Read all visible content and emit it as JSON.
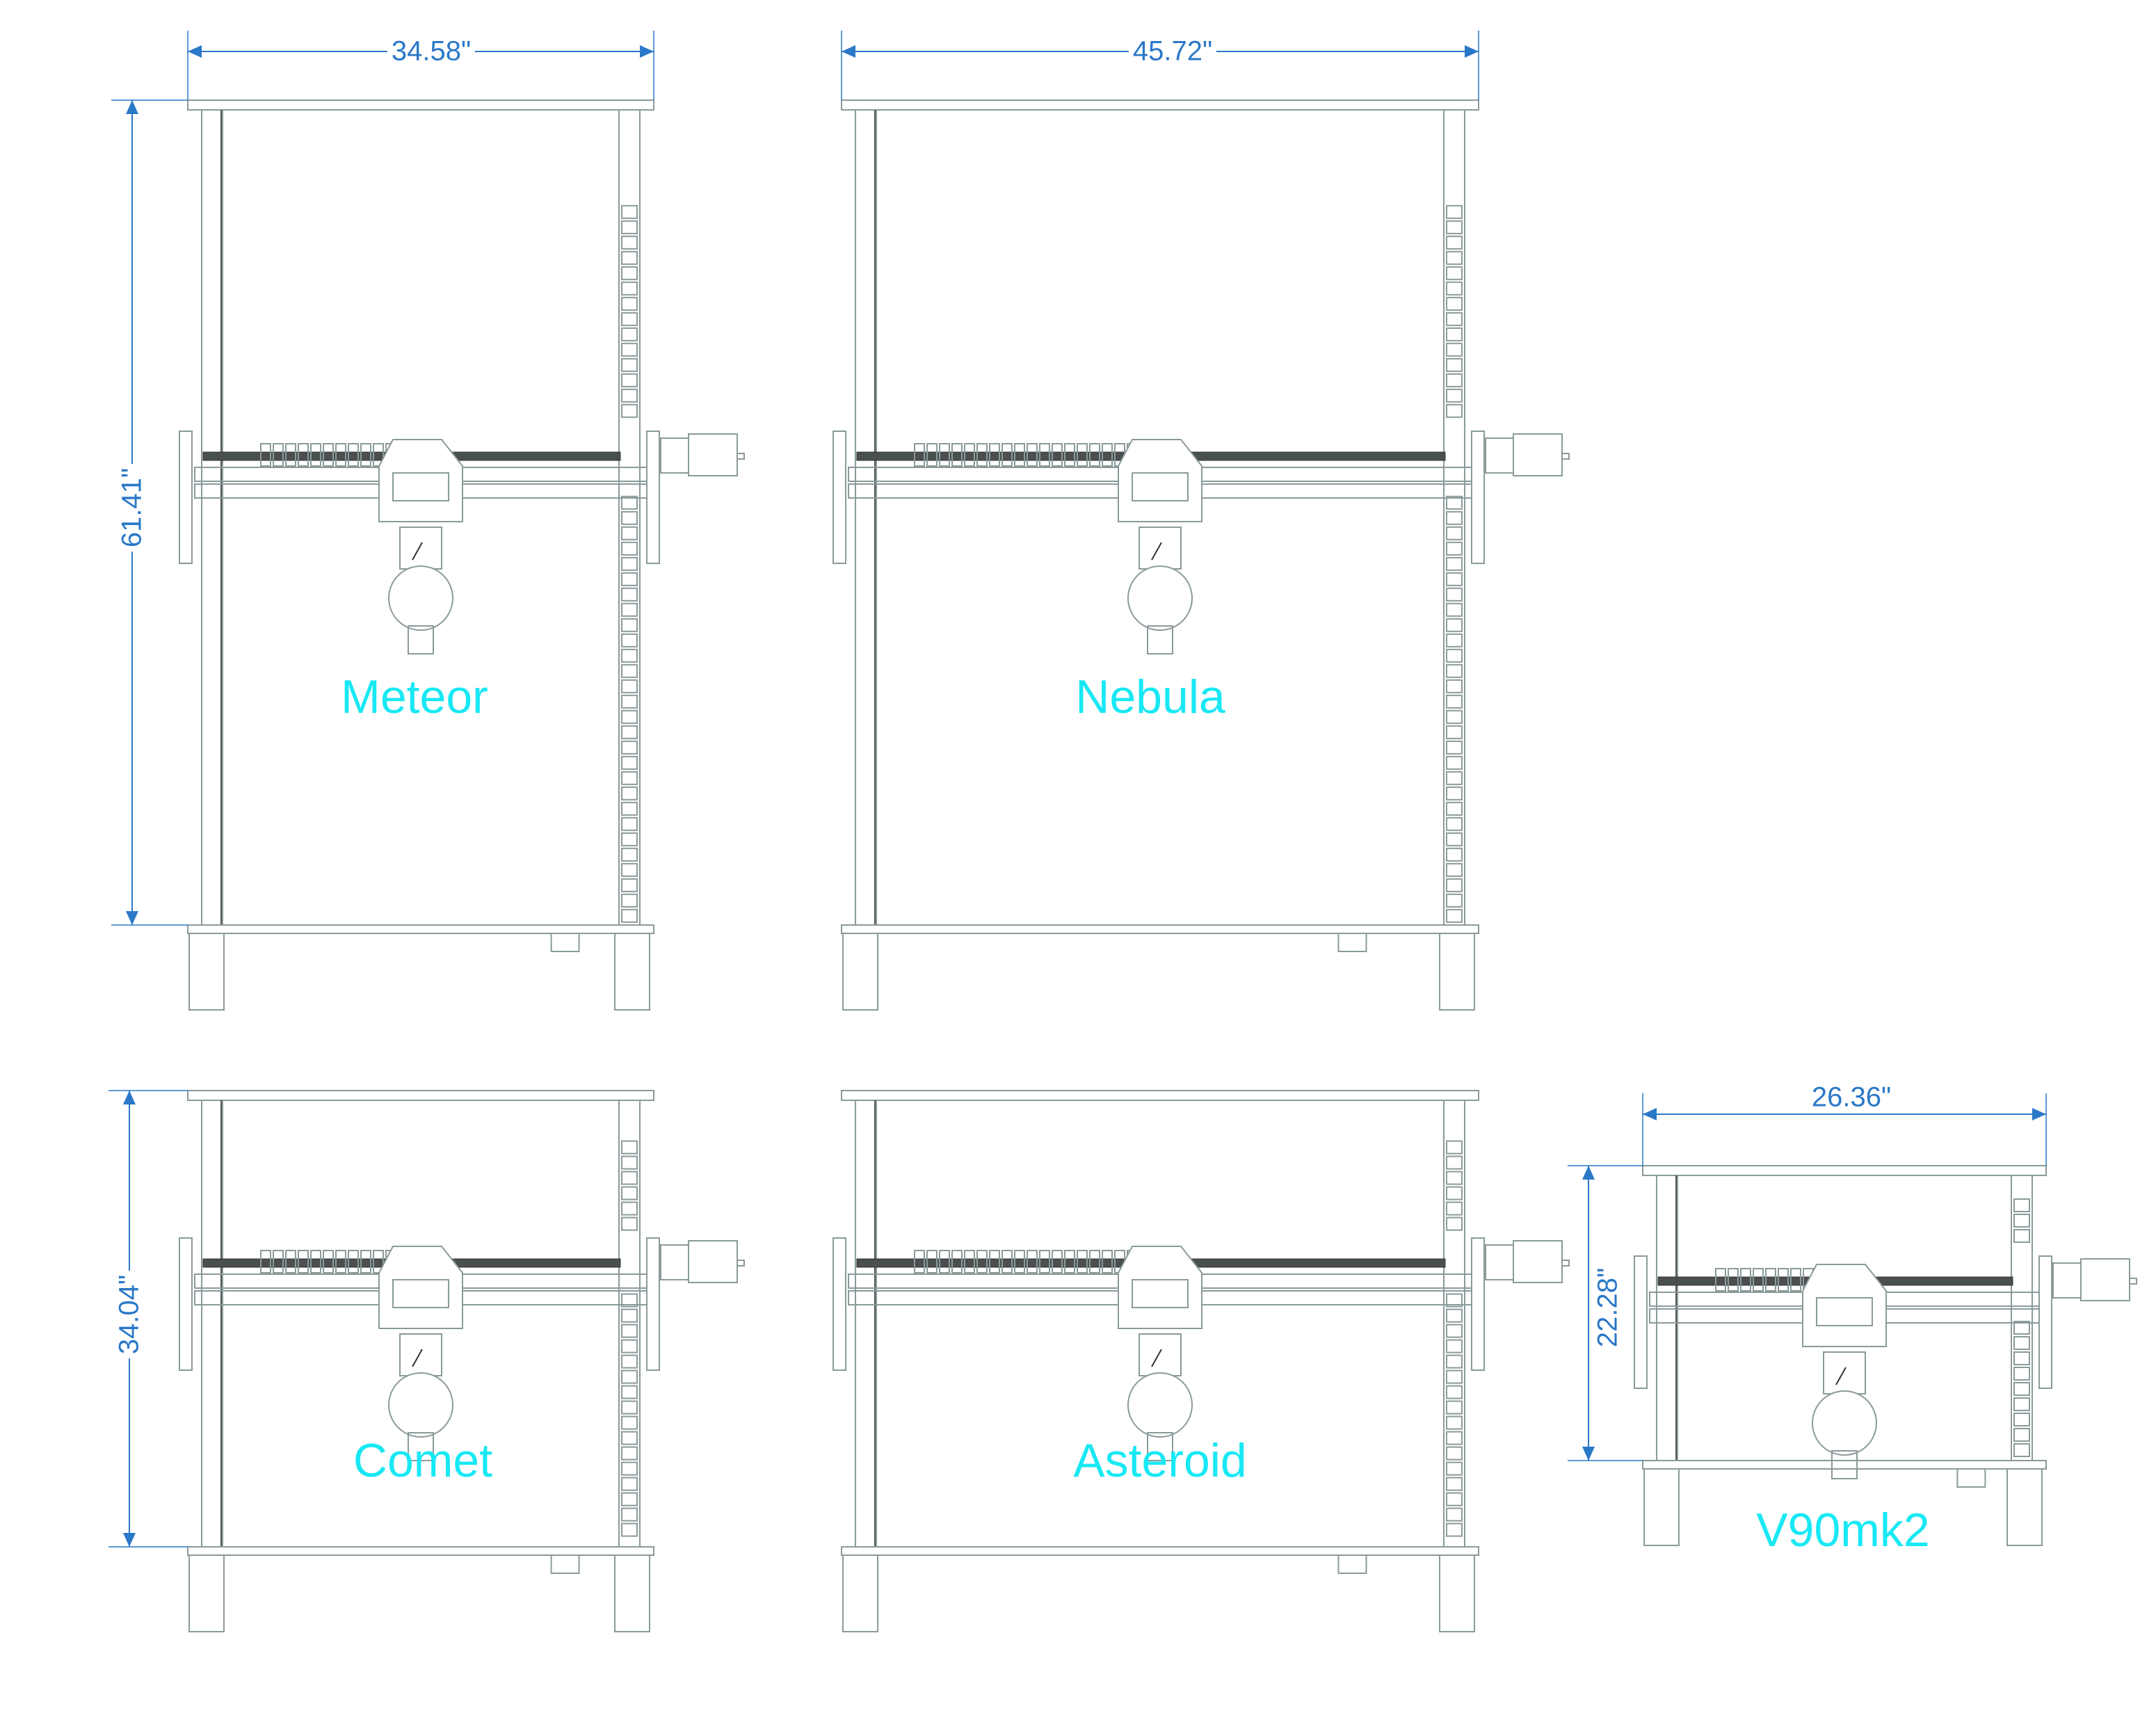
{
  "machines": [
    {
      "name": "Meteor",
      "width": "34.58\"",
      "height": "61.41\""
    },
    {
      "name": "Nebula",
      "width": "45.72\""
    },
    {
      "name": "Comet",
      "height": "34.04\""
    },
    {
      "name": "Asteroid"
    },
    {
      "name": "V90mk2",
      "width": "26.36\"",
      "height": "22.28\""
    }
  ],
  "colors": {
    "dimension": "#2a78c8",
    "label": "#18e8f4",
    "line": "#8a9a9a"
  }
}
